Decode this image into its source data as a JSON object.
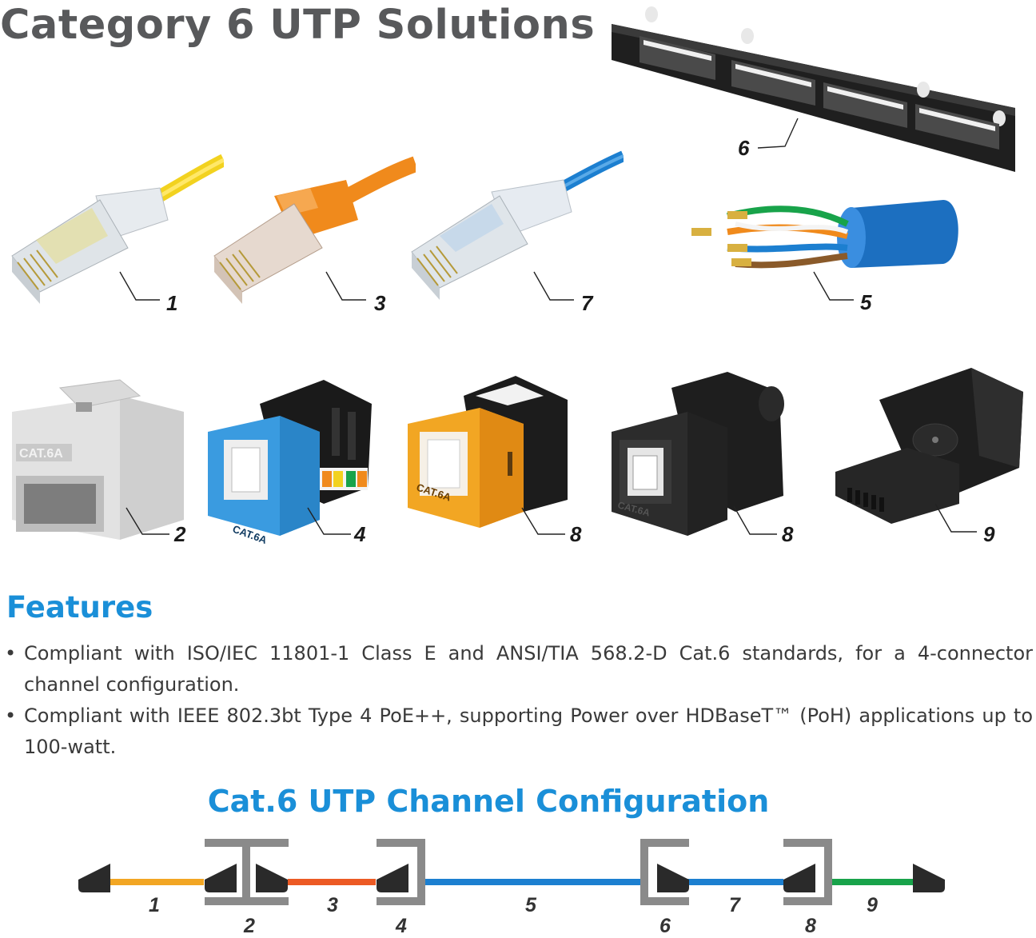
{
  "title": "Category 6 UTP Solutions",
  "products": [
    {
      "id": "patch-cord-yellow",
      "num": "1"
    },
    {
      "id": "patch-cord-orange",
      "num": "3"
    },
    {
      "id": "patch-cord-blue",
      "num": "7"
    },
    {
      "id": "patch-panel",
      "num": "6"
    },
    {
      "id": "utp-cable",
      "num": "5"
    },
    {
      "id": "coupler-white",
      "num": "2",
      "label": "CAT.6A"
    },
    {
      "id": "jack-blue",
      "num": "4",
      "label": "CAT.6A"
    },
    {
      "id": "jack-orange",
      "num": "8",
      "label": "CAT.6A"
    },
    {
      "id": "jack-black",
      "num": "8",
      "label": "CAT.6A"
    },
    {
      "id": "field-plug-black",
      "num": "9"
    }
  ],
  "features": {
    "heading": "Features",
    "items": [
      "Compliant with ISO/IEC 11801-1 Class E and ANSI/TIA 568.2-D Cat.6 standards, for a 4-connector channel configuration.",
      "Compliant with IEEE 802.3bt Type 4 PoE++, supporting Power over HDBaseT™ (PoH) applications up to 100-watt."
    ]
  },
  "channel": {
    "title": "Cat.6 UTP Channel Configuration",
    "segment_labels": [
      "1",
      "3",
      "5",
      "7",
      "9"
    ],
    "component_labels": [
      "2",
      "4",
      "6",
      "8"
    ]
  },
  "colors": {
    "title_gray": "#58595b",
    "heading_blue": "#1a8fd8",
    "yellow": "#f2d21f",
    "orange": "#f08a1c",
    "red_orange": "#ec5a24",
    "blue": "#1c7fd0",
    "green": "#18a34a",
    "gray_frame": "#8a8a8a",
    "connector_black": "#2a2a2a"
  }
}
